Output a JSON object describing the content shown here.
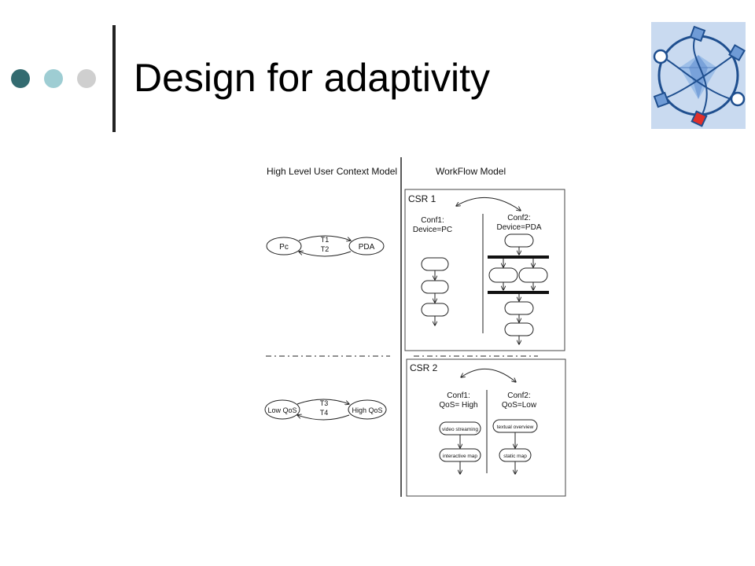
{
  "slide": {
    "title": "Design for adaptivity",
    "accent_colors": [
      "#336b70",
      "#9ecdd3",
      "#cfcfcf"
    ],
    "logo_icon": "diamond-network-logo-icon"
  },
  "diagram": {
    "left_heading": "High Level User Context Model",
    "right_heading": "WorkFlow Model",
    "context_1": {
      "state_a": "Pc",
      "state_b": "PDA",
      "transition_a": "T1",
      "transition_b": "T2"
    },
    "context_2": {
      "state_a": "Low QoS",
      "state_b": "High QoS",
      "transition_a": "T3",
      "transition_b": "T4"
    },
    "csr_1": {
      "label": "CSR 1",
      "conf1_line1": "Conf1:",
      "conf1_line2": "Device=PC",
      "conf2_line1": "Conf2:",
      "conf2_line2": "Device=PDA"
    },
    "csr_2": {
      "label": "CSR 2",
      "conf1_line1": "Conf1:",
      "conf1_line2": "QoS= High",
      "conf2_line1": "Conf2:",
      "conf2_line2": "QoS=Low",
      "conf1_activities": [
        "video streaming",
        "interactive map"
      ],
      "conf2_activities": [
        "textual overview",
        "static map"
      ]
    }
  }
}
